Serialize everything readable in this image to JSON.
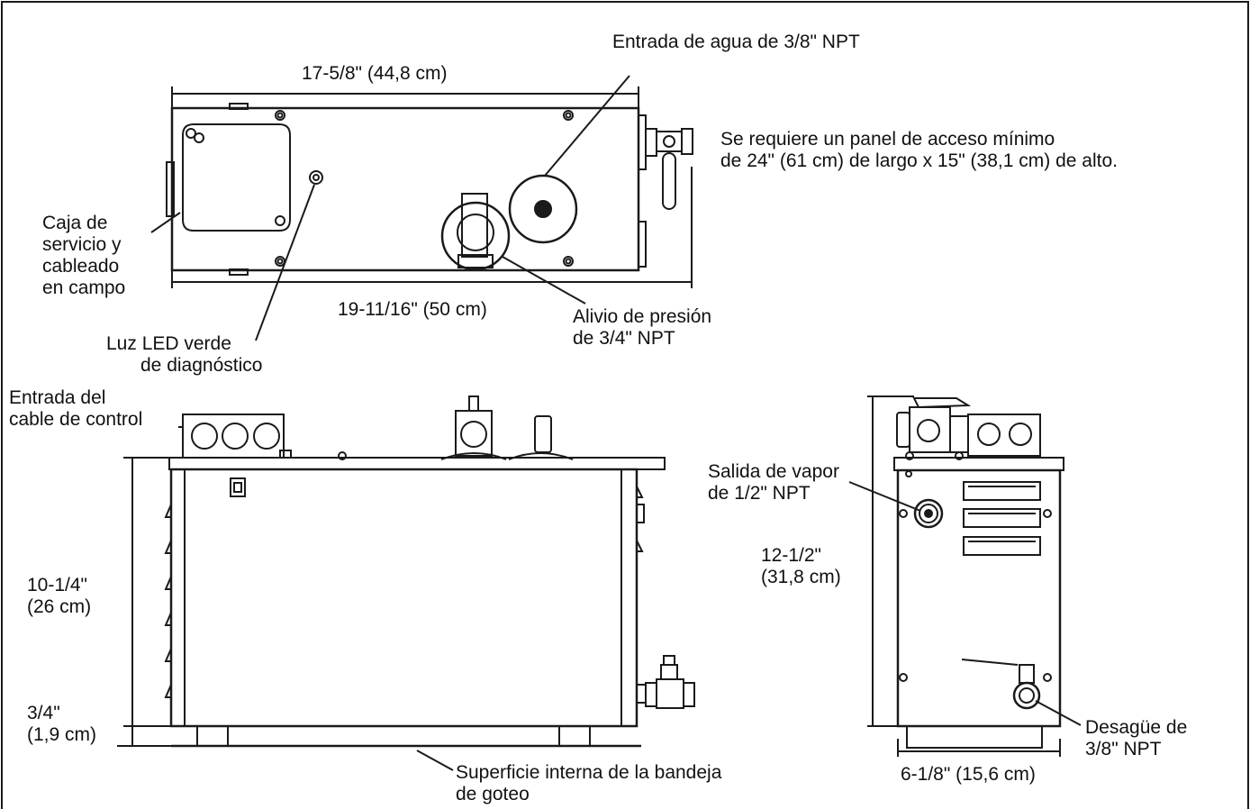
{
  "top_view": {
    "width_top": "17-5/8\" (44,8 cm)",
    "width_bottom": "19-11/16\" (50 cm)",
    "water_inlet": "Entrada de agua de 3/8\" NPT",
    "access_panel": [
      "Se requiere un panel de acceso mínimo",
      "de 24\" (61 cm) de largo x 15\" (38,1 cm) de alto."
    ],
    "service_box": [
      "Caja de",
      "servicio y",
      "cableado",
      "en campo"
    ],
    "led": [
      "Luz LED verde",
      "de diagnóstico"
    ],
    "pressure_relief": [
      "Alivio de presión",
      "de 3/4\" NPT"
    ]
  },
  "front_view": {
    "control_cable": [
      "Entrada del",
      "cable de control"
    ],
    "height": [
      "10-1/4\"",
      "(26 cm)"
    ],
    "base_height": [
      "3/4\"",
      "(1,9 cm)"
    ],
    "drip_tray": [
      "Superficie interna de la bandeja",
      "de goteo"
    ]
  },
  "side_view": {
    "steam_outlet": [
      "Salida de vapor",
      "de 1/2\" NPT"
    ],
    "height": [
      "12-1/2\"",
      "(31,8 cm)"
    ],
    "drain": [
      "Desagüe de",
      "3/8\" NPT"
    ],
    "width": "6-1/8\" (15,6 cm)"
  },
  "colors": {
    "line": "#1a1a1a",
    "background": "#ffffff"
  }
}
